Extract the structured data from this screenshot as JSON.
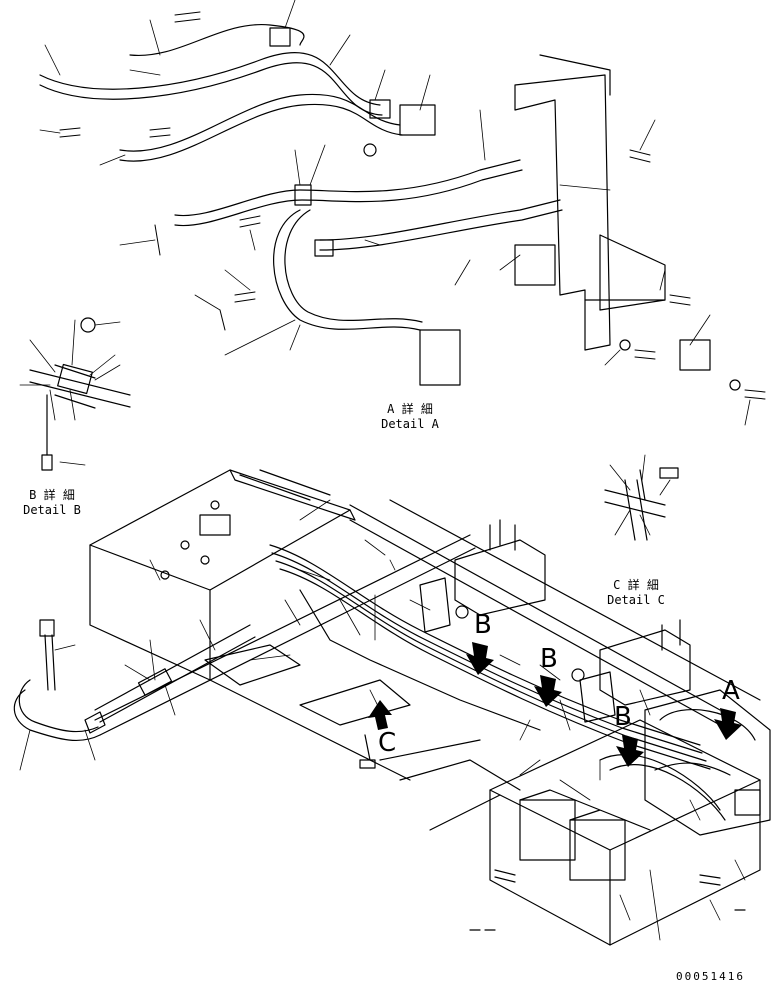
{
  "details": {
    "a": {
      "jp": "A 詳 細",
      "en": "Detail A"
    },
    "b": {
      "jp": "B 詳 細",
      "en": "Detail B"
    },
    "c": {
      "jp": "C 詳 細",
      "en": "Detail C"
    }
  },
  "markers": {
    "a": "A",
    "b1": "B",
    "b2": "B",
    "b3": "B",
    "c": "C"
  },
  "drawing_number": "00051416"
}
